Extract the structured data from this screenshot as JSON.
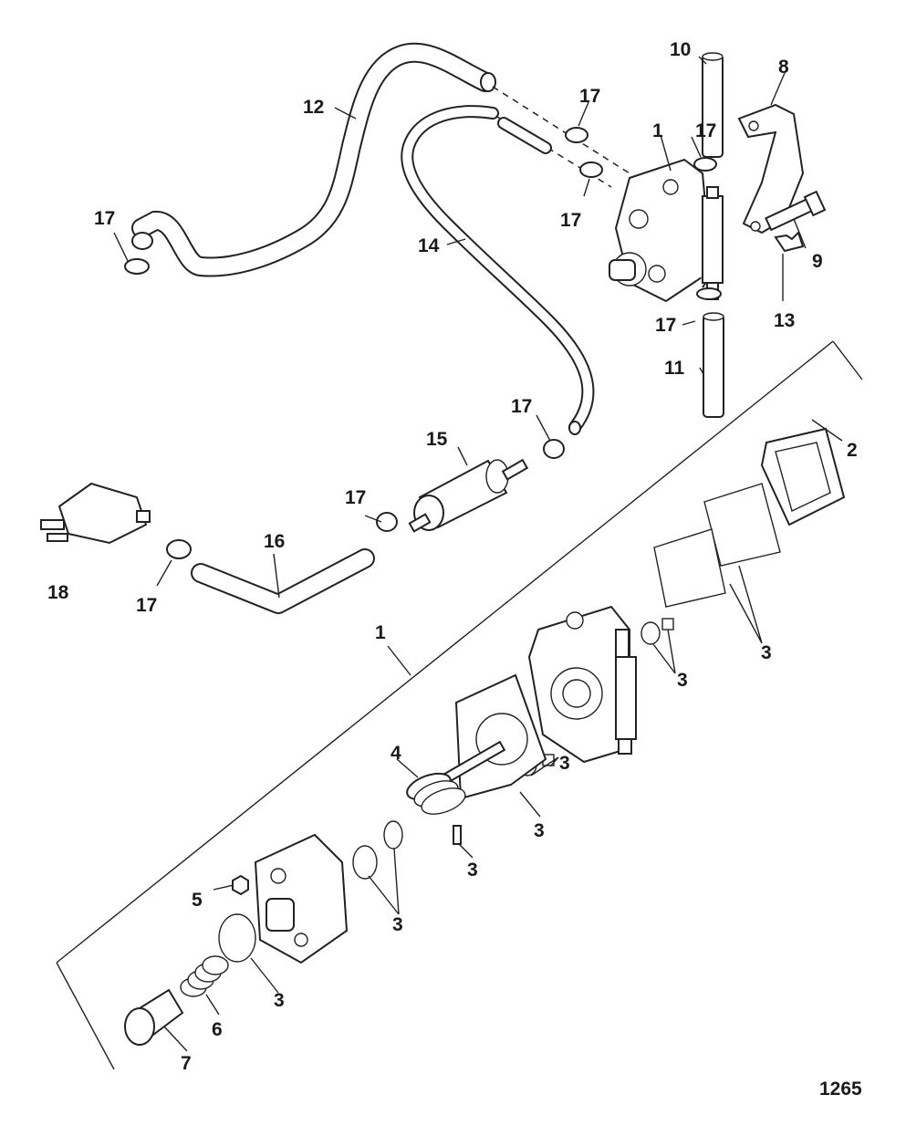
{
  "diagram": {
    "reference_number": "1265",
    "callouts": [
      {
        "id": "c10",
        "text": "10"
      },
      {
        "id": "c8",
        "text": "8"
      },
      {
        "id": "c12",
        "text": "12"
      },
      {
        "id": "c17a",
        "text": "17"
      },
      {
        "id": "c17b",
        "text": "17"
      },
      {
        "id": "c1top",
        "text": "1"
      },
      {
        "id": "c17c",
        "text": "17"
      },
      {
        "id": "c17d",
        "text": "17"
      },
      {
        "id": "c9",
        "text": "9"
      },
      {
        "id": "c14",
        "text": "14"
      },
      {
        "id": "c13",
        "text": "13"
      },
      {
        "id": "c17e",
        "text": "17"
      },
      {
        "id": "c11",
        "text": "11"
      },
      {
        "id": "c17f",
        "text": "17"
      },
      {
        "id": "c2",
        "text": "2"
      },
      {
        "id": "c15",
        "text": "15"
      },
      {
        "id": "c17g",
        "text": "17"
      },
      {
        "id": "c16",
        "text": "16"
      },
      {
        "id": "c18",
        "text": "18"
      },
      {
        "id": "c17h",
        "text": "17"
      },
      {
        "id": "c3a",
        "text": "3"
      },
      {
        "id": "c1low",
        "text": "1"
      },
      {
        "id": "c3b",
        "text": "3"
      },
      {
        "id": "c3c",
        "text": "3"
      },
      {
        "id": "c4",
        "text": "4"
      },
      {
        "id": "c3d",
        "text": "3"
      },
      {
        "id": "c3e",
        "text": "3"
      },
      {
        "id": "c5",
        "text": "5"
      },
      {
        "id": "c3f",
        "text": "3"
      },
      {
        "id": "c3g",
        "text": "3"
      },
      {
        "id": "c6",
        "text": "6"
      },
      {
        "id": "c7",
        "text": "7"
      }
    ]
  }
}
